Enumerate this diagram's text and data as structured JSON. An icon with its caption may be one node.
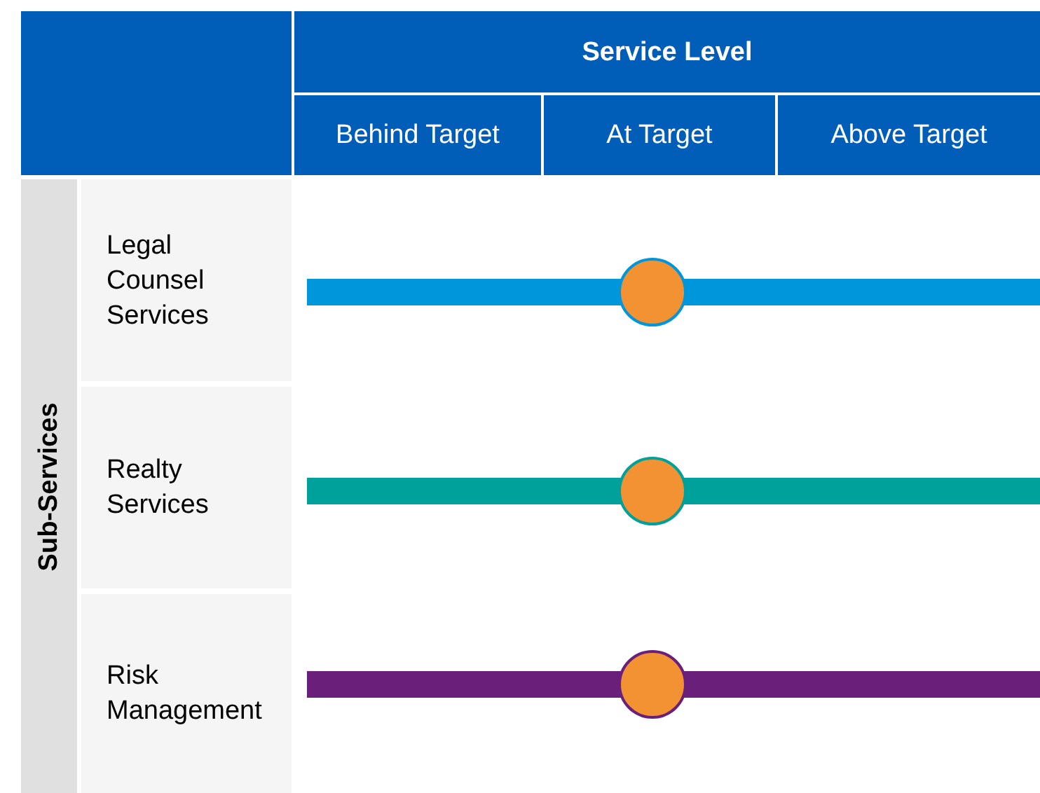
{
  "diagram": {
    "nodes": [
      {
        "text": [],
        "shape": "box"
      },
      {
        "text": [
          "Service Level"
        ]
      },
      {
        "text": [
          "Behind Target"
        ]
      },
      {
        "text": [
          "At Target"
        ]
      },
      {
        "text": [
          "Above Target"
        ]
      },
      {
        "text": [
          "Sub-Services"
        ]
      },
      {
        "text": [
          "Legal Counsel Services"
        ]
      },
      {
        "text": [
          "Realty Services"
        ]
      },
      {
        "text": [
          "Risk Management"
        ]
      },
      {
        "text": [],
        "shape": "bar"
      },
      {
        "text": [],
        "shape": "bar"
      },
      {
        "text": [],
        "shape": "bar"
      },
      {
        "text": [],
        "shape": "circle"
      },
      {
        "text": [],
        "shape": "circle"
      },
      {
        "text": [],
        "shape": "circle"
      }
    ],
    "edges": []
  }
}
